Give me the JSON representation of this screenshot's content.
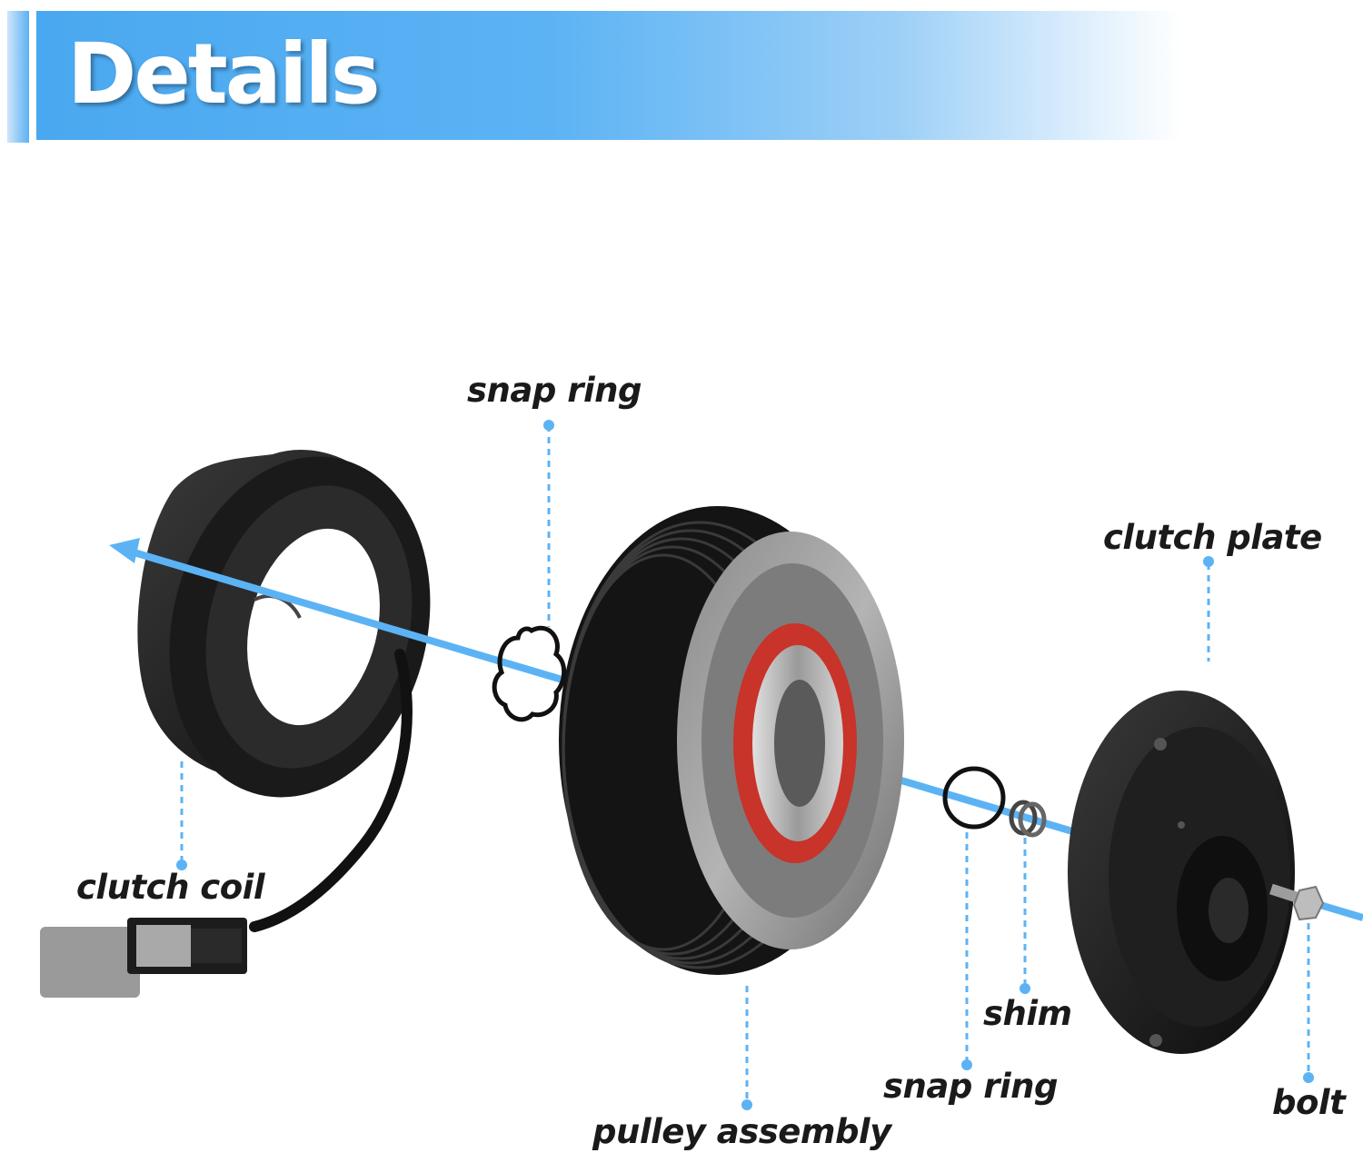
{
  "header": {
    "title": "Details"
  },
  "colors": {
    "accent": "#4aa8f0",
    "leader": "#5cb3f4",
    "part": "#111111"
  },
  "labels": {
    "clutch_coil": "clutch coil",
    "snap_ring_top": "snap ring",
    "pulley_assembly": "pulley assembly",
    "snap_ring_bottom": "snap ring",
    "shim": "shim",
    "clutch_plate": "clutch plate",
    "bolt": "bolt"
  }
}
